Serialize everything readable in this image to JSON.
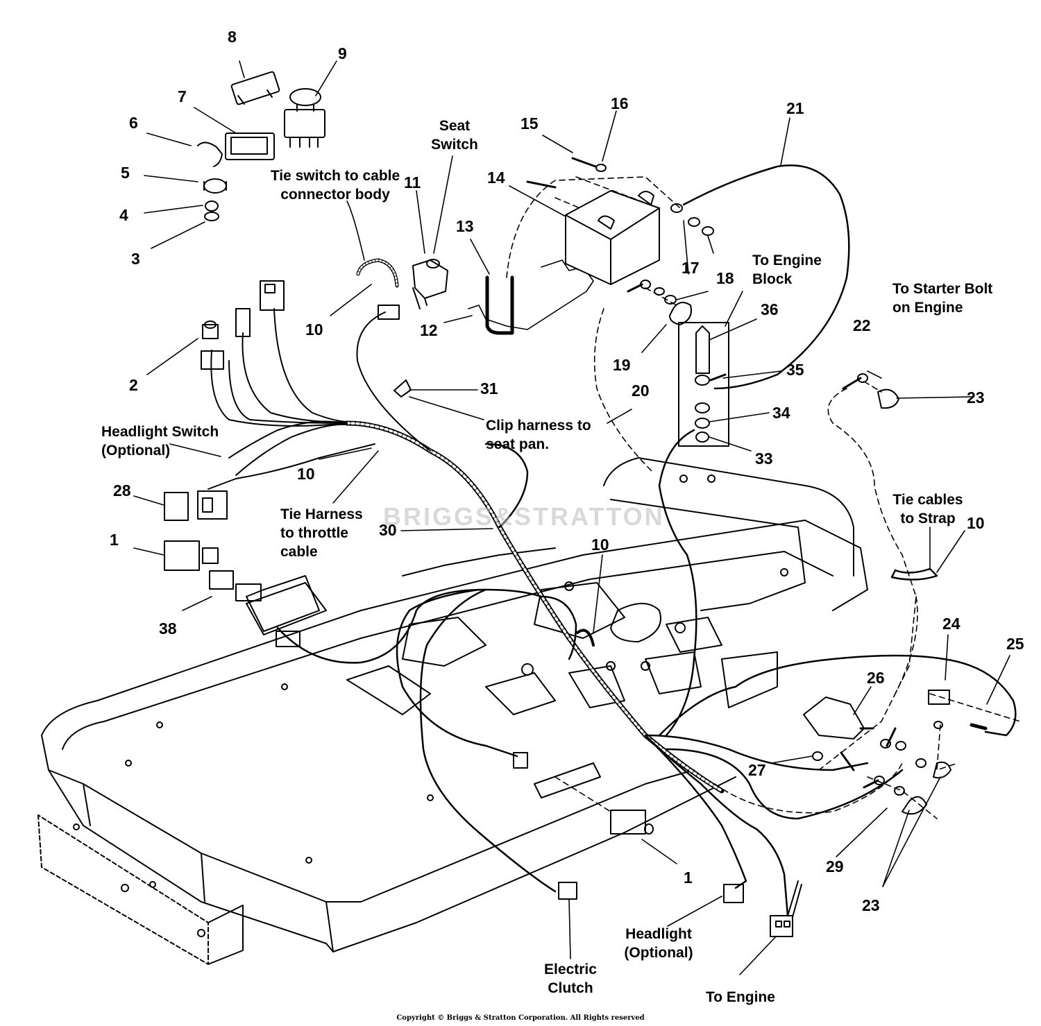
{
  "callouts": {
    "n1a": "1",
    "n1b": "1",
    "n2": "2",
    "n3": "3",
    "n4": "4",
    "n5": "5",
    "n6": "6",
    "n7": "7",
    "n8": "8",
    "n9": "9",
    "n10a": "10",
    "n10b": "10",
    "n10c": "10",
    "n10d": "10",
    "n11": "11",
    "n12": "12",
    "n13": "13",
    "n14": "14",
    "n15": "15",
    "n16": "16",
    "n17": "17",
    "n18": "18",
    "n19": "19",
    "n20": "20",
    "n21": "21",
    "n22": "22",
    "n23a": "23",
    "n23b": "23",
    "n24": "24",
    "n25": "25",
    "n26": "26",
    "n27": "27",
    "n28": "28",
    "n29": "29",
    "n30": "30",
    "n31": "31",
    "n33": "33",
    "n34": "34",
    "n35": "35",
    "n36": "36",
    "n38": "38"
  },
  "notes": {
    "seat_switch_1": "Seat",
    "seat_switch_2": "Switch",
    "tie_switch_1": "Tie switch to cable",
    "tie_switch_2": "connector body",
    "engine_block_1": "To Engine",
    "engine_block_2": "Block",
    "starter_bolt_1": "To Starter Bolt",
    "starter_bolt_2": "on Engine",
    "clip_harness_1": "Clip harness to",
    "clip_harness_2": "seat pan.",
    "headlight_switch_1": "Headlight Switch",
    "headlight_switch_2": "(Optional)",
    "tie_harness_1": "Tie Harness",
    "tie_harness_2": "to throttle",
    "tie_harness_3": "cable",
    "tie_cables_1": "Tie cables",
    "tie_cables_2": "to Strap",
    "headlight_1": "Headlight",
    "headlight_2": "(Optional)",
    "electric_clutch_1": "Electric",
    "electric_clutch_2": "Clutch",
    "to_engine": "To Engine"
  },
  "watermark": "BRIGGS&STRATTON",
  "copyright": "Copyright © Briggs & Stratton Corporation. All Rights reserved"
}
